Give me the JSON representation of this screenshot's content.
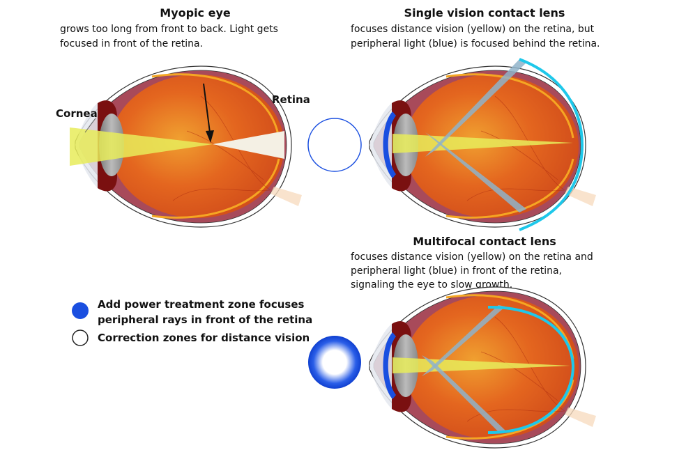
{
  "myopic": {
    "title": "Myopic eye",
    "lines": [
      "grows too long from front to back. Light gets",
      "focused in front of the retina."
    ],
    "label_cornea": "Cornea",
    "label_retina": "Retina"
  },
  "single_vision": {
    "title": "Single vision contact lens",
    "lines": [
      "focuses distance vision (yellow) on the retina, but",
      "peripheral light (blue) is focused behind the retina."
    ]
  },
  "multifocal": {
    "title": "Multifocal contact lens",
    "lines": [
      "focuses distance vision (yellow) on the retina and",
      "peripheral light (blue) in front of the retina,",
      "signaling the eye to slow growth."
    ]
  },
  "legend": {
    "items": [
      {
        "lines": [
          "Add power treatment zone focuses",
          "peripheral rays in front of the retina"
        ],
        "color": "#1a4fe0"
      },
      {
        "lines": [
          "Correction zones for distance vision"
        ],
        "color": "#ffffff"
      }
    ]
  },
  "colors": {
    "eye": "#e0561c",
    "retina": "#f5a623",
    "lens_blue": "#1a4fe0",
    "ray_yellow": "#e8ec5a",
    "ray_blue": "#8fb3c9",
    "focus_curve": "#1ec8ea"
  }
}
